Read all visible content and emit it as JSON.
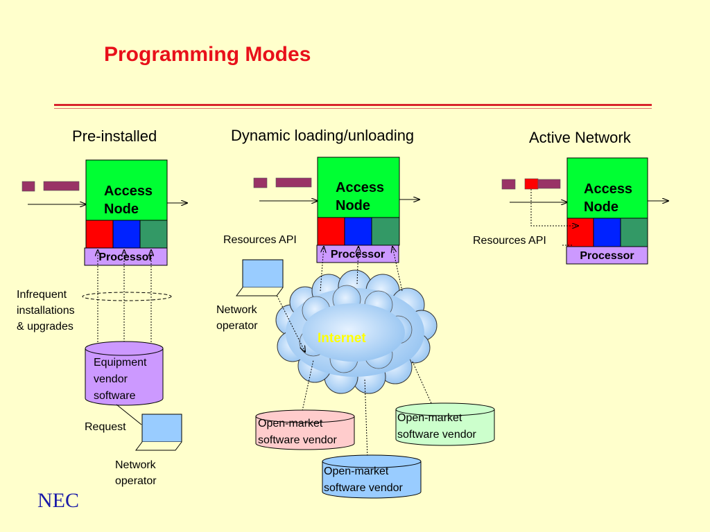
{
  "title": "Programming Modes",
  "columns": {
    "preinstalled": "Pre-installed",
    "dynamic": "Dynamic loading/unloading",
    "active": "Active Network"
  },
  "access_node_line1": "Access",
  "access_node_line2": "Node",
  "processor": "Processor",
  "resources_api": "Resources API",
  "infrequent": [
    "Infrequent",
    "installations",
    "& upgrades"
  ],
  "equipment_vendor": [
    "Equipment",
    "vendor",
    "software"
  ],
  "request": "Request",
  "network_operator": [
    "Network",
    "operator"
  ],
  "internet": "Internet",
  "open_market": [
    "Open-market",
    "software vendor"
  ],
  "logo": "NEC",
  "colors": {
    "title": "#e8101a",
    "background": "#ffffcc",
    "access_node": "#00ff33",
    "slot_red": "#ff0000",
    "slot_blue": "#0022ff",
    "slot_green": "#339966",
    "processor": "#cc99ff",
    "packet": "#993366",
    "database_purple": "#cc99ff",
    "database_pink": "#ffcccc",
    "database_green": "#ccffcc",
    "database_blue": "#99ccff",
    "cloud": "#99ccff"
  }
}
